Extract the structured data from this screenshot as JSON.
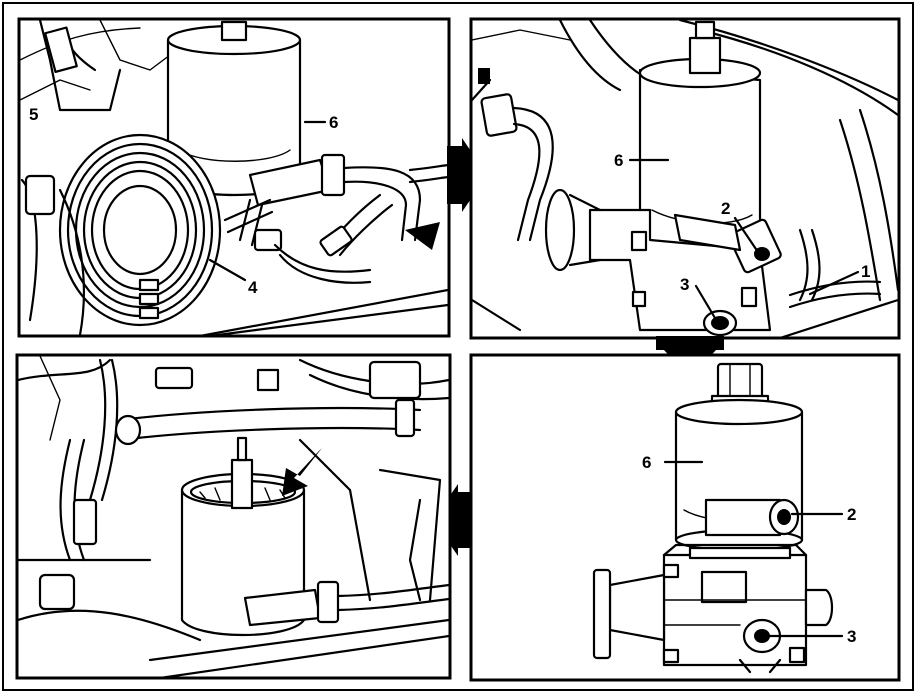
{
  "colors": {
    "line": "#000000",
    "background": "#ffffff"
  },
  "panels": [
    {
      "id": "top-left",
      "callouts": [
        {
          "text": "6"
        },
        {
          "text": "5"
        },
        {
          "text": "4"
        }
      ]
    },
    {
      "id": "top-right",
      "callouts": [
        {
          "text": "6"
        },
        {
          "text": "2"
        },
        {
          "text": "3"
        },
        {
          "text": "1"
        }
      ]
    },
    {
      "id": "bottom-right",
      "callouts": [
        {
          "text": "6"
        },
        {
          "text": "2"
        },
        {
          "text": "3"
        }
      ]
    },
    {
      "id": "bottom-left",
      "callouts": []
    }
  ],
  "arrows": [
    {
      "direction": "right",
      "icon": "arrow-right-icon"
    },
    {
      "direction": "down",
      "icon": "arrow-down-icon"
    },
    {
      "direction": "left",
      "icon": "arrow-left-icon"
    }
  ]
}
